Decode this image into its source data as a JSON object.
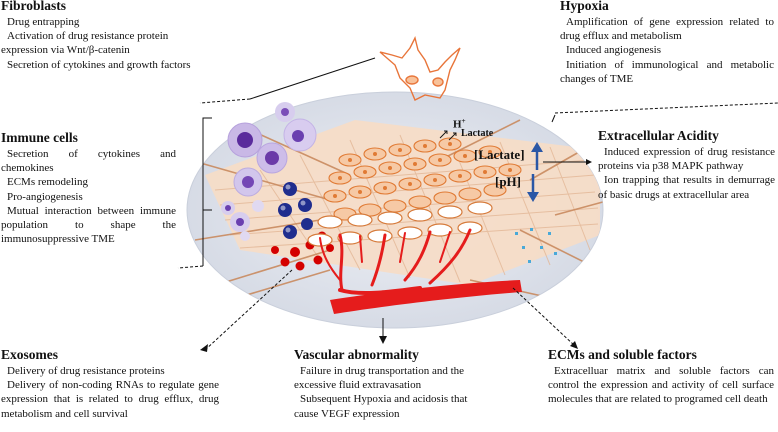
{
  "fibroblasts": {
    "title": "Fibroblasts",
    "items": [
      "Drug entrapping",
      "Activation of drug resistance protein expression via Wnt/β-catenin",
      "Secretion of cytokines and growth factors"
    ]
  },
  "hypoxia": {
    "title": "Hypoxia",
    "items": [
      "Amplification of gene expression related to drug efflux and metabolism",
      "Induced angiogenesis",
      "Initiation of immunological and metabolic changes of TME"
    ]
  },
  "immune_cells": {
    "title": "Immune cells",
    "items": [
      "Secretion of cytokines and chemokines",
      "ECMs remodeling",
      "Pro-angiogenesis",
      "Mutual interaction between immune population to shape the immunosuppressive TME"
    ]
  },
  "extracellular_acidity": {
    "title": "Extracellular Acidity",
    "items": [
      "Induced expression of drug resistance proteins via p38 MAPK pathway",
      "Ion trapping that results in demurrage of basic drugs at extracellular area"
    ]
  },
  "exosomes": {
    "title": "Exosomes",
    "items": [
      "Delivery of drug resistance proteins",
      "Delivery of non-coding RNAs to regulate gene expression that is related to drug efflux, drug metabolism and cell survival"
    ]
  },
  "vascular": {
    "title": "Vascular abnormality",
    "items": [
      "Failure in drug transportation and the excessive fluid extravasation",
      "Subsequent Hypoxia and acidosis that cause VEGF expression"
    ]
  },
  "ecms": {
    "title": "ECMs and soluble factors",
    "items": [
      "Extracelluar matrix and soluble factors can control the expression and activity of cell surface molecules that are related to programed cell death"
    ]
  },
  "diagram_labels": {
    "h_plus": "H",
    "h_plus_sup": "+",
    "lactate_small": "Lactate",
    "lactate_box": "[Lactate]",
    "ph_box": "[pH]"
  },
  "colors": {
    "ellipse_fill": "#dfe3ec",
    "tissue": "#f3d6bf",
    "fiber": "#d9a07a",
    "cell_orange": "#e78a3c",
    "vessel_red": "#e51c1c",
    "immune_purple": "#8b4fc9",
    "immune_navy": "#1a2a8c",
    "exosome_red": "#d40000",
    "dot_blue": "#49a9d8",
    "arrow_blue": "#2a57a6"
  }
}
